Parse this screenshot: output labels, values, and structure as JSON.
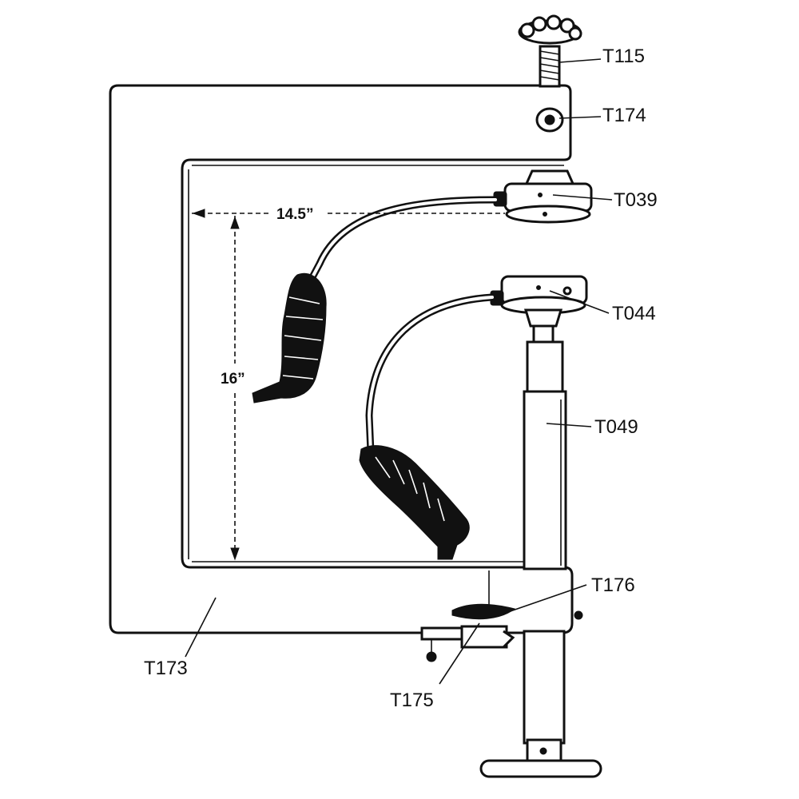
{
  "labels": {
    "t115": "T115",
    "t174": "T174",
    "t039": "T039",
    "t044": "T044",
    "t049": "T049",
    "t176": "T176",
    "t173": "T173",
    "t175": "T175"
  },
  "dimensions": {
    "width": "14.5”",
    "height": "16”"
  }
}
